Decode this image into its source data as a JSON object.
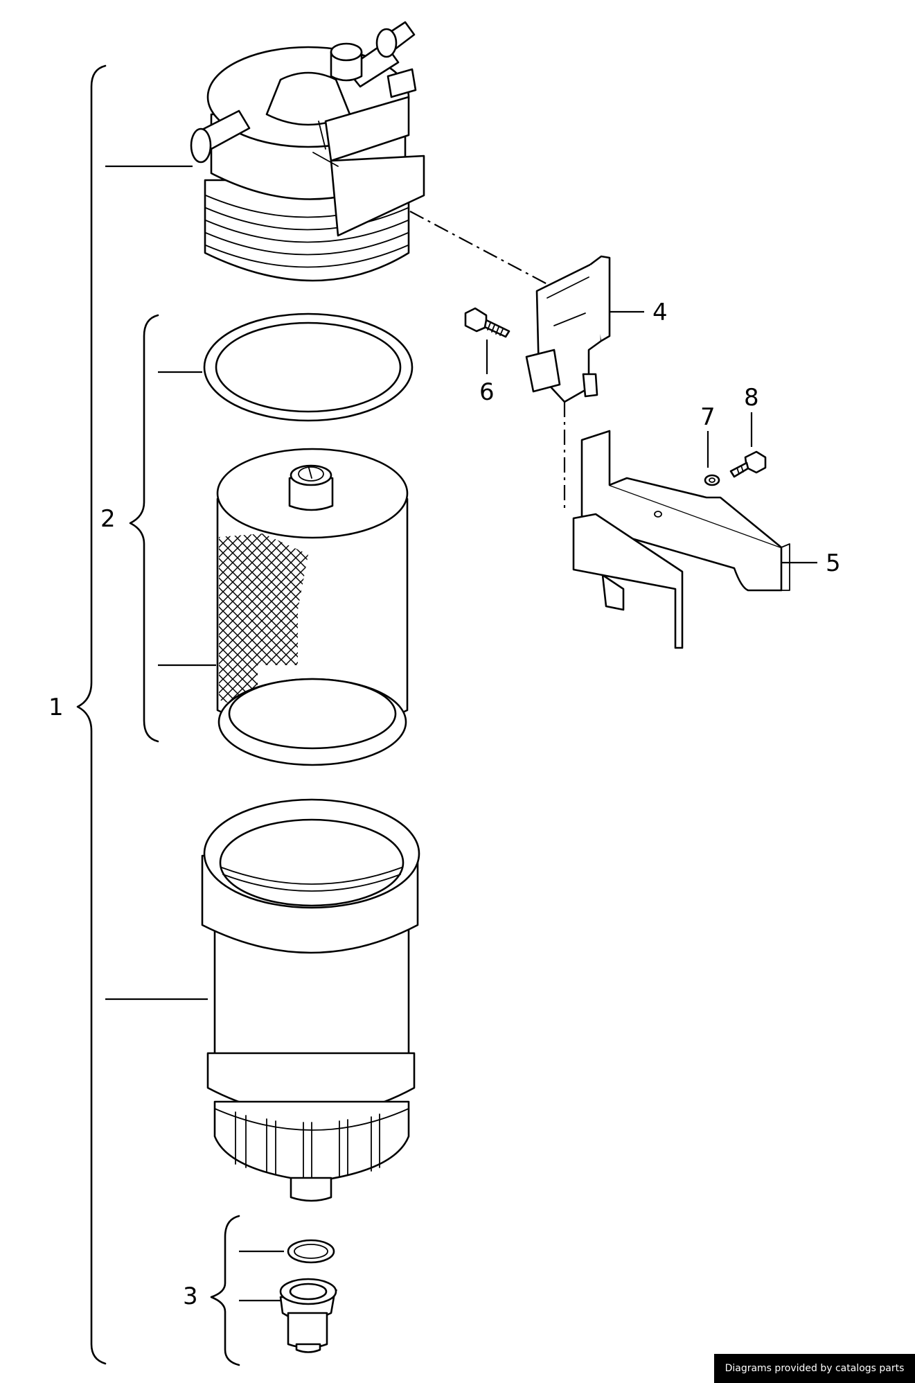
{
  "callouts": {
    "c1": "1",
    "c2": "2",
    "c3": "3",
    "c4": "4",
    "c5": "5",
    "c6": "6",
    "c7": "7",
    "c8": "8"
  },
  "footer": {
    "credit": "Diagrams provided by catalogs parts"
  }
}
